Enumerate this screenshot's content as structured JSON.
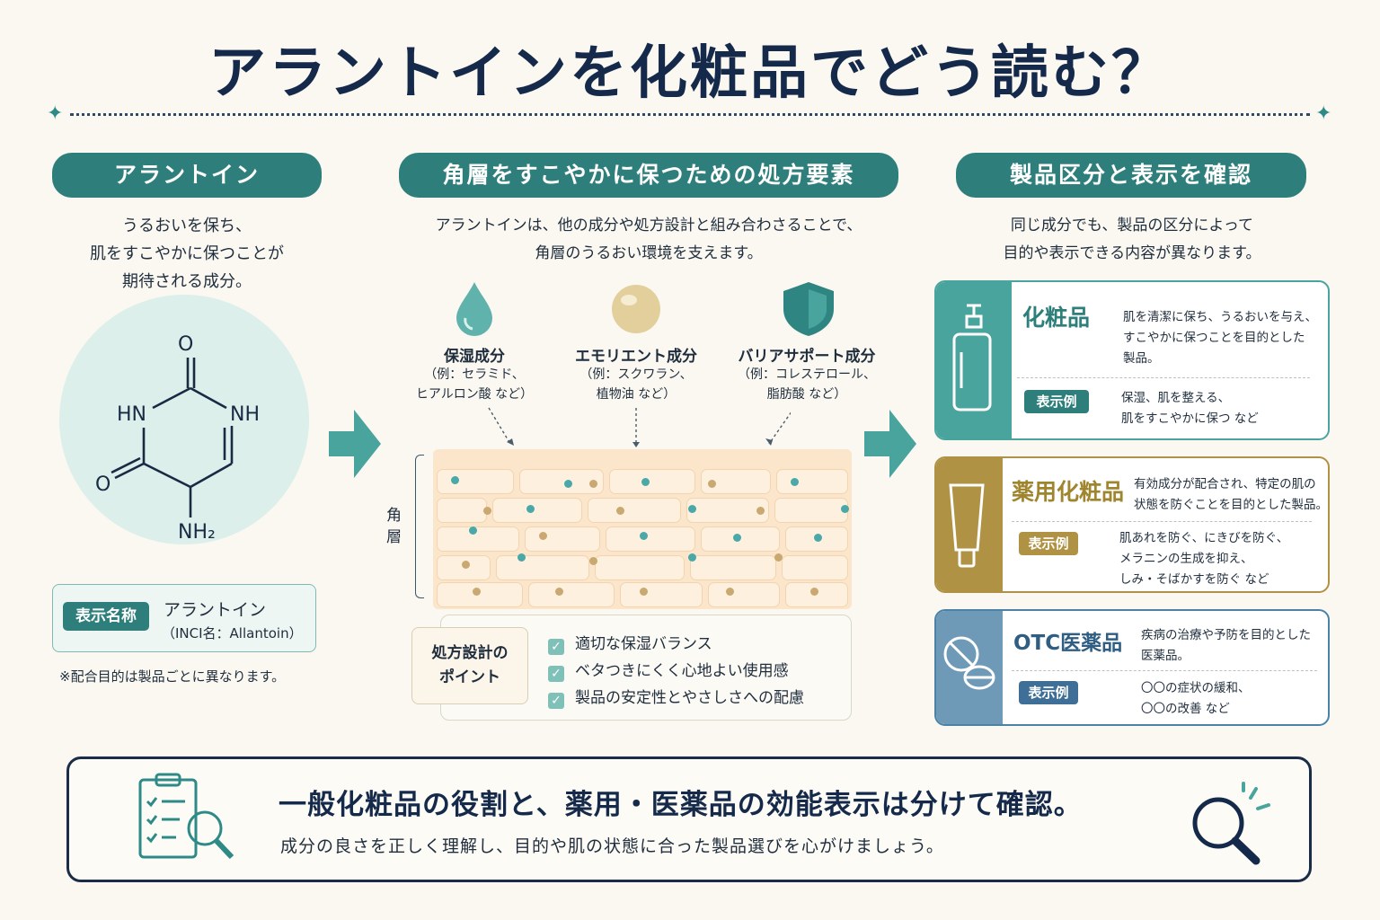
{
  "title": "アラントインを化粧品でどう読む？",
  "colors": {
    "teal": "#2e7f7c",
    "gold": "#b09244",
    "blue": "#4b82a6",
    "navy": "#15294a"
  },
  "left": {
    "pill": "アラントイン",
    "desc": [
      "うるおいを保ち、",
      "肌をすこやかに保つことが",
      "期待される成分。"
    ],
    "structure": {
      "o_top": "O",
      "hn_left": "HN",
      "nh_right": "NH",
      "o_left": "O",
      "nh2": "NH₂"
    },
    "label_tag": "表示名称",
    "label_name": "アラントイン",
    "label_inci": "（INCI名：Allantoin）",
    "note": "※配合目的は製品ごとに異なります。"
  },
  "middle": {
    "pill": "角層をすこやかに保つための処方要素",
    "desc": [
      "アラントインは、他の成分や処方設計と組み合わさることで、",
      "角層のうるおい環境を支えます。"
    ],
    "ingredients": [
      {
        "name": "保湿成分",
        "ex1": "（例：セラミド、",
        "ex2": "ヒアルロン酸 など）",
        "icon": "water-drop-icon"
      },
      {
        "name": "エモリエント成分",
        "ex1": "（例：スクワラン、",
        "ex2": "植物油 など）",
        "icon": "oil-sphere-icon"
      },
      {
        "name": "バリアサポート成分",
        "ex1": "（例：コレステロール、",
        "ex2": "脂肪酸 など）",
        "icon": "shield-icon"
      }
    ],
    "layer_label": [
      "角",
      "層"
    ],
    "point_label": [
      "処方設計の",
      "ポイント"
    ],
    "points": [
      "適切な保湿バランス",
      "ベタつきにくく心地よい使用感",
      "製品の安定性とやさしさへの配慮"
    ]
  },
  "right": {
    "pill": "製品区分と表示を確認",
    "desc": [
      "同じ成分でも、製品の区分によって",
      "目的や表示できる内容が異なります。"
    ],
    "cards": [
      {
        "title": "化粧品",
        "text": [
          "肌を清潔に保ち、うるおいを与え、",
          "すこやかに保つことを目的とした",
          "製品。"
        ],
        "tag": "表示例",
        "example": [
          "保湿、肌を整える、",
          "肌をすこやかに保つ など"
        ],
        "icon": "pump-bottle-icon"
      },
      {
        "title": "薬用化粧品",
        "text": [
          "有効成分が配合され、特定の肌の",
          "状態を防ぐことを目的とした製品。"
        ],
        "tag": "表示例",
        "example": [
          "肌あれを防ぐ、にきびを防ぐ、",
          "メラニンの生成を抑え、",
          "しみ・そばかすを防ぐ など"
        ],
        "icon": "tube-icon"
      },
      {
        "title": "OTC医薬品",
        "text": [
          "疾病の治療や予防を目的とした",
          "医薬品。"
        ],
        "tag": "表示例",
        "example": [
          "〇〇の症状の緩和、",
          "〇〇の改善 など"
        ],
        "icon": "pills-icon"
      }
    ]
  },
  "bottom": {
    "main": "一般化粧品の役割と、薬用・医薬品の効能表示は分けて確認。",
    "sub": "成分の良さを正しく理解し、目的や肌の状態に合った製品選びを心がけましょう。"
  }
}
